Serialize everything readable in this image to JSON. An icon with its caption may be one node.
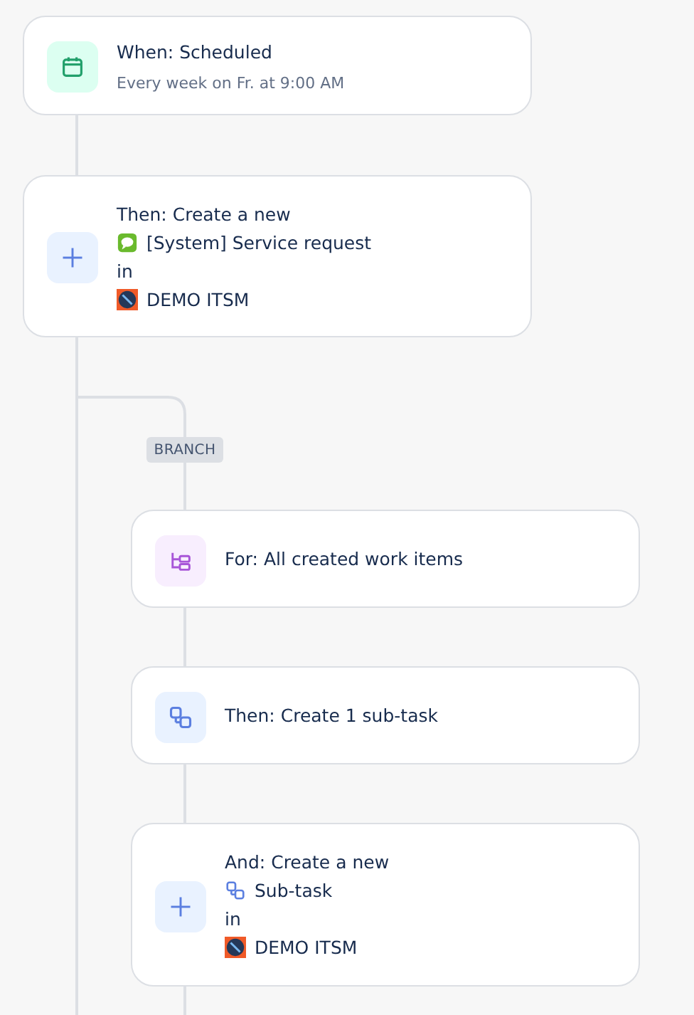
{
  "diagram": {
    "nodes": [
      {
        "text": [
          "When: Scheduled",
          "Every week on Fr. at 9:00 AM"
        ]
      },
      {
        "text": [
          "Then: Create a new",
          "[System] Service request",
          "in",
          "DEMO ITSM"
        ]
      },
      {
        "text": [
          "BRANCH"
        ]
      },
      {
        "text": [
          "For: All created work items"
        ]
      },
      {
        "text": [
          "Then: Create 1 sub-task"
        ]
      },
      {
        "text": [
          "And: Create a new",
          "Sub-task",
          "in",
          "DEMO ITSM"
        ]
      }
    ],
    "edges": [
      {
        "from": 0,
        "to": 1,
        "arrow": "none"
      },
      {
        "from": 1,
        "to": 2,
        "arrow": "none"
      },
      {
        "from": 2,
        "to": 3,
        "arrow": "none"
      },
      {
        "from": 3,
        "to": 4,
        "arrow": "none"
      },
      {
        "from": 4,
        "to": 5,
        "arrow": "none"
      },
      {
        "from": 1,
        "to": null,
        "arrow": "none"
      },
      {
        "from": 5,
        "to": null,
        "arrow": "none"
      }
    ]
  }
}
